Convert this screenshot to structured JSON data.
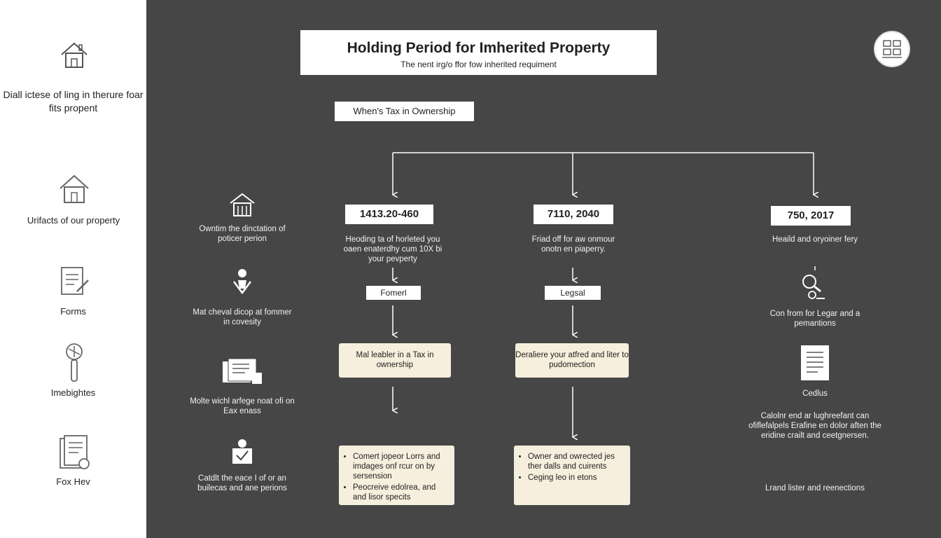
{
  "header": {
    "title": "Holding Period for Imherited Property",
    "subtitle": "The nent irg/o ffor fow inherited requiment"
  },
  "root_label": "When's Tax in Ownership",
  "sidebar": {
    "items": [
      {
        "icon": "house-icon",
        "label": "Diall ictese of ling in therure foar fits propent"
      },
      {
        "icon": "house-icon",
        "label": "Urifacts of our property"
      },
      {
        "icon": "form-icon",
        "label": "Forms"
      },
      {
        "icon": "key-icon",
        "label": "Imebightes"
      },
      {
        "icon": "document-icon",
        "label": "Fox Hev"
      }
    ]
  },
  "left_column": [
    {
      "icon": "house-icon",
      "text": "Owntim the dinctation of poticer perion"
    },
    {
      "icon": "person-icon",
      "text": "Mat cheval dicop at fommer in covesity"
    },
    {
      "icon": "documents-icon",
      "text": "Molte wichl arfege noat ofi on Eax enass"
    },
    {
      "icon": "person-icon",
      "text": "Catdlt the eace I of or an builecas and ane perions"
    }
  ],
  "branches": [
    {
      "date": "1413.20-460",
      "desc": "Heoding ta of horleted you oaen enaterdhy cum 10X bi your pevperty",
      "tag": "Fomerl",
      "box1": "Mal leabler in a Tax in ownership",
      "bullets": [
        "Comert jopeor Lorrs and imdages onf rcur on by sersension",
        "Peocreive edolrea, and and lisor specits"
      ]
    },
    {
      "date": "7110, 2040",
      "desc": "Friad off for aw onmour onotn en piaperry.",
      "tag": "Legsal",
      "box1": "Deraliere your atfred and liter to pudomection",
      "bullets": [
        "Owner and owrected jes ther dalls and cuirents",
        "Ceging leo in etons"
      ]
    },
    {
      "date": "750, 2017",
      "desc": "Heaild and oryoiner fery",
      "text1": "Con from for Legar and a pemantions",
      "label2": "Cedlus",
      "text2": "Calolnr end ar lughreefant can ofiflefalpels Erafine en dolor aften the eridine crailt and ceetgnersen.",
      "text3": "Lrand lister and reenections"
    }
  ]
}
